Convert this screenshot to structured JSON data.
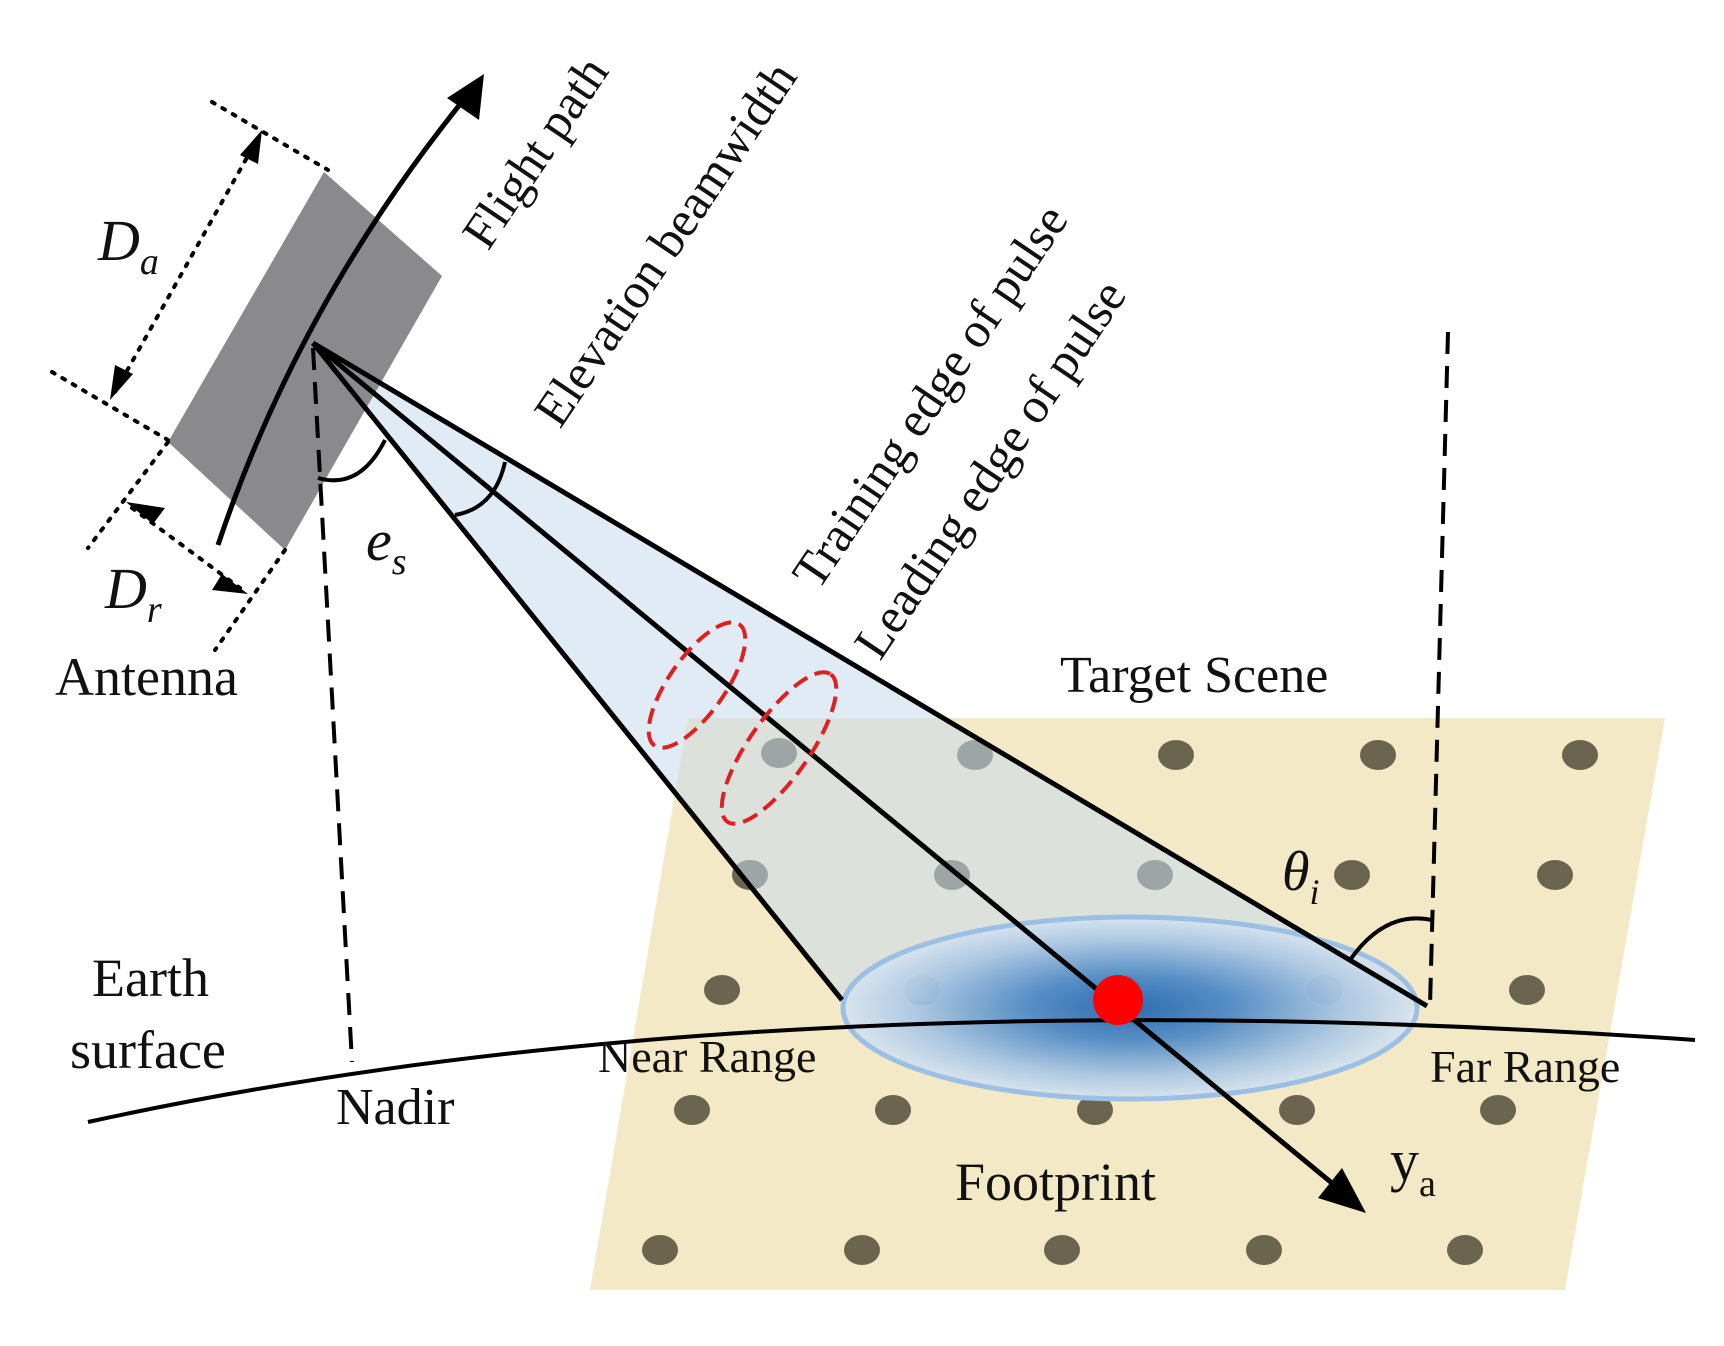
{
  "labels": {
    "flight_path": "Flight path",
    "elevation_beamwidth": "Elevation beamwidth",
    "trailing_edge": "Training edge of pulse",
    "leading_edge": "Leading edge of pulse",
    "antenna": "Antenna",
    "target_scene": "Target Scene",
    "earth_surface_line1": "Earth",
    "earth_surface_line2": "surface",
    "nadir": "Nadir",
    "near_range": "Near Range",
    "far_range": "Far Range",
    "footprint": "Footprint"
  },
  "symbols": {
    "Da": {
      "base": "D",
      "sub": "a"
    },
    "Dr": {
      "base": "D",
      "sub": "r"
    },
    "es": {
      "base": "e",
      "sub": "s"
    },
    "theta": {
      "base": "θ",
      "sub": "i"
    },
    "ya": {
      "base": "y",
      "sub": "a"
    }
  },
  "colors": {
    "antenna": "#8a8a8c",
    "beam": "#dce8f5",
    "scene": "#f3e9c6",
    "target_dot": "#6b6550",
    "footprint_edge": "#9cc0e3",
    "footprint_core": "#1f62ad",
    "pulse_ring": "#e02020",
    "center_point": "#ff0000"
  }
}
